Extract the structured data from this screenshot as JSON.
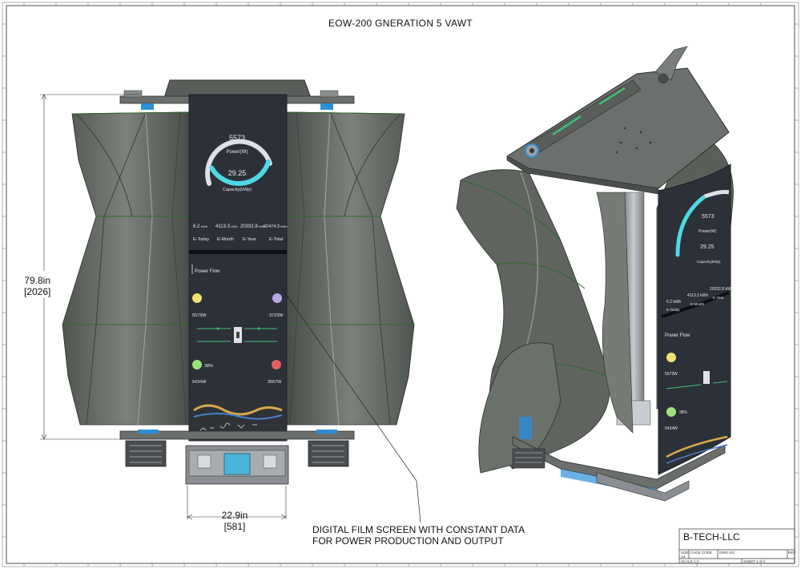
{
  "title": "EOW-200 GNERATION 5   VAWT",
  "dimensions": {
    "height_in": "79.8in",
    "height_mm": "[2026]",
    "width_in": "22.9in",
    "width_mm": "[581]"
  },
  "note": {
    "line1": "DIGITAL FILM SCREEN WITH CONSTANT DATA",
    "line2": "FOR POWER PRODUCTION AND OUTPUT"
  },
  "title_block": {
    "company": "B-TECH-LLC",
    "size_label": "SIZE",
    "size_value": "A4",
    "cage_label": "CAGE CODE",
    "dwg_label": "DWG NO",
    "rev_label": "REV",
    "scale_label": "SCALE 1:4",
    "sheet_label": "SHEET 1 of 2"
  },
  "screen_front": {
    "power_value": "5573",
    "power_label": "Power(W)",
    "capacity_value": "29.25",
    "capacity_label": "Capacity(kWp)",
    "stats": [
      {
        "value": "6.2",
        "unit": "kWh",
        "label": "E-Today"
      },
      {
        "value": "4113.3",
        "unit": "kWh",
        "label": "E-Month"
      },
      {
        "value": "20332.8",
        "unit": "kWh",
        "label": "E-Year"
      },
      {
        "value": "92474.3",
        "unit": "kWh",
        "label": "E-Total"
      }
    ],
    "power_flow_label": "Power Flow",
    "pv_value": "5573W",
    "grid_value": "3723W",
    "battery_pct": "38%",
    "battery_value": "5434W",
    "load_value": "3567W",
    "gauge_fraction": 0.55
  },
  "screen_iso": {
    "power_value": "5573",
    "power_label": "Power(W)",
    "capacity_value": "29.25",
    "capacity_label": "Capacity(kWp)",
    "stat1_value": "6.2 kWh",
    "stat1_label": "E-Today",
    "stat2_value": "4113.3 kWh",
    "stat2_label": "E-Month",
    "stat3_value": "20332.8 kWh",
    "stat3_label": "E-Year",
    "power_flow_label": "Power Flow",
    "pv_value": "5573W",
    "battery_pct": "38%",
    "battery_value": "5434W"
  },
  "colors": {
    "blade": "#5d625d",
    "blade_light": "#868b86",
    "blade_dark": "#3c403c",
    "seam": "#2c6a2c",
    "screen": "#2c3038",
    "metal": "#6e6e6e",
    "accent_blue": "#2b8fd8",
    "gauge": "#4fd8e4",
    "sun": "#f0e070",
    "grid_icon": "#b8a8e8",
    "battery": "#9ee07a",
    "load": "#e46060"
  }
}
